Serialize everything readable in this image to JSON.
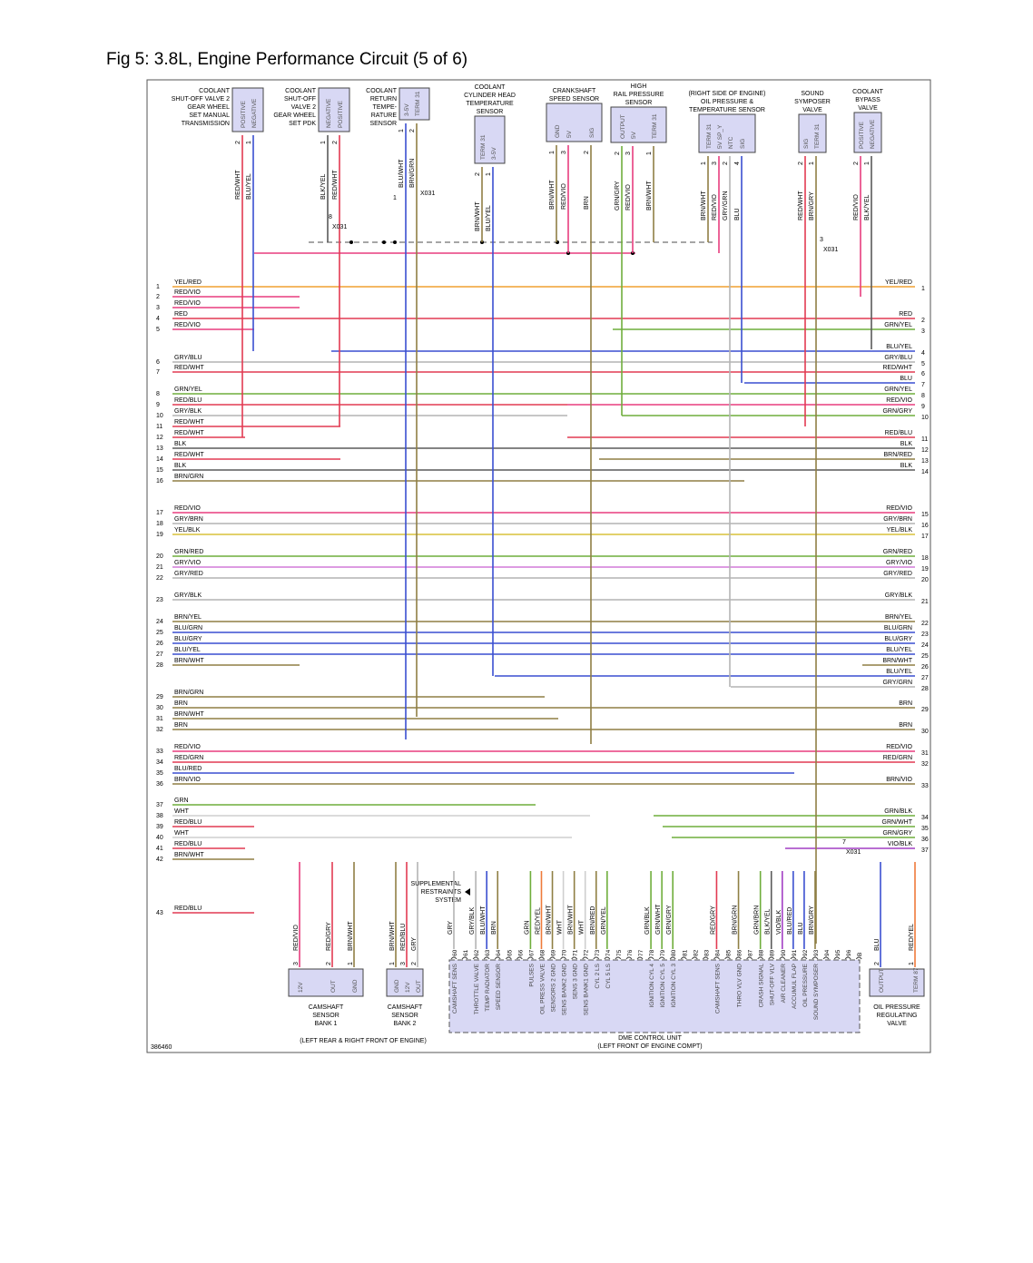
{
  "title": "Fig 5: 3.8L, Engine Performance Circuit (5 of 6)",
  "figure_id": "386460",
  "top_components": [
    {
      "name": [
        "COOLANT",
        "SHUT-OFF VALVE 2",
        "GEAR WHEEL",
        "SET MANUAL",
        "TRANSMISSION"
      ],
      "pins": [
        {
          "num": "2",
          "func": "POSITIVE",
          "wire": "RED/WHT"
        },
        {
          "num": "1",
          "func": "NEGATIVE",
          "wire": "BLU/YEL"
        }
      ]
    },
    {
      "name": [
        "COOLANT",
        "SHUT-OFF",
        "VALVE 2",
        "GEAR WHEEL",
        "SET PDK"
      ],
      "pins": [
        {
          "num": "1",
          "func": "NEGATIVE",
          "wire": "BLK/YEL"
        },
        {
          "num": "2",
          "func": "POSITIVE",
          "wire": "RED/WHT"
        }
      ]
    },
    {
      "name": [
        "COOLANT",
        "RETURN",
        "TEMPE-",
        "RATURE",
        "SENSOR"
      ],
      "pins": [
        {
          "num": "1",
          "func": "3-5V",
          "wire": "BLU/WHT"
        },
        {
          "num": "2",
          "func": "TERM 31",
          "wire": "BRN/GRN"
        }
      ]
    },
    {
      "name": [
        "COOLANT",
        "CYLINDER HEAD",
        "TEMPERATURE",
        "SENSOR"
      ],
      "pins": [
        {
          "num": "2",
          "func": "TERM 31",
          "wire": "BRN/WHT"
        },
        {
          "num": "1",
          "func": "3-5V",
          "wire": "BLU/YEL"
        }
      ]
    },
    {
      "name": [
        "CRANKSHAFT",
        "SPEED SENSOR"
      ],
      "pins": [
        {
          "num": "1",
          "func": "GND",
          "wire": "BRN/WHT"
        },
        {
          "num": "3",
          "func": "5V",
          "wire": "RED/VIO"
        },
        {
          "num": "2",
          "func": "SIG",
          "wire": "BRN"
        }
      ]
    },
    {
      "name": [
        "HIGH",
        "RAIL PRESSURE",
        "SENSOR"
      ],
      "pins": [
        {
          "num": "2",
          "func": "OUTPUT",
          "wire": "GRN/GRY"
        },
        {
          "num": "3",
          "func": "5V",
          "wire": "RED/VIO"
        },
        {
          "num": "1",
          "func": "TERM 31",
          "wire": "BRN/WHT"
        }
      ]
    },
    {
      "name": [
        "(RIGHT SIDE OF ENGINE)",
        "OIL PRESSURE &",
        "TEMPERATURE SENSOR"
      ],
      "pins": [
        {
          "num": "1",
          "func": "TERM 31",
          "wire": "BRN/WHT"
        },
        {
          "num": "3",
          "func": "5V SP_Y",
          "wire": "RED/VIO"
        },
        {
          "num": "2",
          "func": "NTC",
          "wire": "GRY/GRN"
        },
        {
          "num": "4",
          "func": "SIG",
          "wire": "BLU"
        }
      ]
    },
    {
      "name": [
        "SOUND",
        "SYMPOSER",
        "VALVE"
      ],
      "pins": [
        {
          "num": "2",
          "func": "SIG",
          "wire": "RED/WHT"
        },
        {
          "num": "1",
          "func": "TERM 31",
          "wire": "BRN/GRY"
        }
      ]
    },
    {
      "name": [
        "COOLANT",
        "BYPASS",
        "VALVE"
      ],
      "pins": [
        {
          "num": "2",
          "func": "POSITIVE",
          "wire": "RED/VIO"
        },
        {
          "num": "1",
          "func": "NEGATIVE",
          "wire": "BLK/YEL"
        }
      ]
    }
  ],
  "connectors": [
    {
      "label": "X031",
      "pin": "8"
    },
    {
      "label": "X031",
      "pin": "1"
    },
    {
      "label": "X031",
      "pin": "3"
    },
    {
      "label": "X031",
      "pin": "7"
    }
  ],
  "left_wires": [
    {
      "n": "1",
      "w": "YEL/RED"
    },
    {
      "n": "2",
      "w": "RED/VIO"
    },
    {
      "n": "3",
      "w": "RED/VIO"
    },
    {
      "n": "4",
      "w": "RED"
    },
    {
      "n": "5",
      "w": "RED/VIO"
    },
    {
      "n": "6",
      "w": "GRY/BLU"
    },
    {
      "n": "7",
      "w": "RED/WHT"
    },
    {
      "n": "8",
      "w": "GRN/YEL"
    },
    {
      "n": "9",
      "w": "RED/BLU"
    },
    {
      "n": "10",
      "w": "GRY/BLK"
    },
    {
      "n": "11",
      "w": "RED/WHT"
    },
    {
      "n": "12",
      "w": "RED/WHT"
    },
    {
      "n": "13",
      "w": "BLK"
    },
    {
      "n": "14",
      "w": "RED/WHT"
    },
    {
      "n": "15",
      "w": "BLK"
    },
    {
      "n": "16",
      "w": "BRN/GRN"
    },
    {
      "n": "17",
      "w": "RED/VIO"
    },
    {
      "n": "18",
      "w": "GRY/BRN"
    },
    {
      "n": "19",
      "w": "YEL/BLK"
    },
    {
      "n": "20",
      "w": "GRN/RED"
    },
    {
      "n": "21",
      "w": "GRY/VIO"
    },
    {
      "n": "22",
      "w": "GRY/RED"
    },
    {
      "n": "23",
      "w": "GRY/BLK"
    },
    {
      "n": "24",
      "w": "BRN/YEL"
    },
    {
      "n": "25",
      "w": "BLU/GRN"
    },
    {
      "n": "26",
      "w": "BLU/GRY"
    },
    {
      "n": "27",
      "w": "BLU/YEL"
    },
    {
      "n": "28",
      "w": "BRN/WHT"
    },
    {
      "n": "29",
      "w": "BRN/GRN"
    },
    {
      "n": "30",
      "w": "BRN"
    },
    {
      "n": "31",
      "w": "BRN/WHT"
    },
    {
      "n": "32",
      "w": "BRN"
    },
    {
      "n": "33",
      "w": "RED/VIO"
    },
    {
      "n": "34",
      "w": "RED/GRN"
    },
    {
      "n": "35",
      "w": "BLU/RED"
    },
    {
      "n": "36",
      "w": "BRN/VIO"
    },
    {
      "n": "37",
      "w": "GRN"
    },
    {
      "n": "38",
      "w": "WHT"
    },
    {
      "n": "39",
      "w": "RED/BLU"
    },
    {
      "n": "40",
      "w": "WHT"
    },
    {
      "n": "41",
      "w": "RED/BLU"
    },
    {
      "n": "42",
      "w": "BRN/WHT"
    },
    {
      "n": "43",
      "w": "RED/BLU"
    }
  ],
  "right_wires": [
    {
      "n": "1",
      "w": "YEL/RED"
    },
    {
      "n": "2",
      "w": "RED"
    },
    {
      "n": "3",
      "w": "GRN/YEL"
    },
    {
      "n": "4",
      "w": "BLU/YEL"
    },
    {
      "n": "5",
      "w": "GRY/BLU"
    },
    {
      "n": "6",
      "w": "RED/WHT"
    },
    {
      "n": "7",
      "w": "BLU"
    },
    {
      "n": "8",
      "w": "GRN/YEL"
    },
    {
      "n": "9",
      "w": "RED/VIO"
    },
    {
      "n": "10",
      "w": "GRN/GRY"
    },
    {
      "n": "11",
      "w": "RED/BLU"
    },
    {
      "n": "12",
      "w": "BLK"
    },
    {
      "n": "13",
      "w": "BRN/RED"
    },
    {
      "n": "14",
      "w": "BLK"
    },
    {
      "n": "15",
      "w": "RED/VIO"
    },
    {
      "n": "16",
      "w": "GRY/BRN"
    },
    {
      "n": "17",
      "w": "YEL/BLK"
    },
    {
      "n": "18",
      "w": "GRN/RED"
    },
    {
      "n": "19",
      "w": "GRY/VIO"
    },
    {
      "n": "20",
      "w": "GRY/RED"
    },
    {
      "n": "21",
      "w": "GRY/BLK"
    },
    {
      "n": "22",
      "w": "BRN/YEL"
    },
    {
      "n": "23",
      "w": "BLU/GRN"
    },
    {
      "n": "24",
      "w": "BLU/GRY"
    },
    {
      "n": "25",
      "w": "BLU/YEL"
    },
    {
      "n": "26",
      "w": "BRN/WHT"
    },
    {
      "n": "27",
      "w": "BLU/YEL"
    },
    {
      "n": "28",
      "w": "GRY/GRN"
    },
    {
      "n": "29",
      "w": "BRN"
    },
    {
      "n": "30",
      "w": "BRN"
    },
    {
      "n": "31",
      "w": "RED/VIO"
    },
    {
      "n": "32",
      "w": "RED/GRN"
    },
    {
      "n": "33",
      "w": "BRN/VIO"
    },
    {
      "n": "34",
      "w": "GRN/BLK"
    },
    {
      "n": "35",
      "w": "GRN/WHT"
    },
    {
      "n": "36",
      "w": "GRN/GRY"
    },
    {
      "n": "37",
      "w": "VIO/BLK"
    }
  ],
  "camshaft_bank1": {
    "name": [
      "CAMSHAFT",
      "SENSOR",
      "BANK 1"
    ],
    "pins": [
      {
        "num": "3",
        "func": "12V",
        "wire": "RED/VIO"
      },
      {
        "num": "2",
        "func": "OUT",
        "wire": "RED/GRY"
      },
      {
        "num": "1",
        "func": "GND",
        "wire": "BRN/WHT"
      }
    ]
  },
  "camshaft_bank2": {
    "name": [
      "CAMSHAFT",
      "SENSOR",
      "BANK 2"
    ],
    "pins": [
      {
        "num": "1",
        "func": "GND",
        "wire": "BRN/WHT"
      },
      {
        "num": "3",
        "func": "12V",
        "wire": "RED/BLU"
      },
      {
        "num": "2",
        "func": "OUT",
        "wire": "GRY"
      }
    ]
  },
  "camshaft_location": "(LEFT REAR & RIGHT FRONT OF ENGINE)",
  "srs_label": [
    "SUPPLEMENTAL",
    "RESTRAINTS",
    "SYSTEM"
  ],
  "dme": {
    "name": "DME CONTROL UNIT",
    "location": "(LEFT FRONT OF ENGINE COMPT)",
    "pins": [
      {
        "num": "60",
        "wire": "GRY",
        "func": "CAMSHAFT SENS"
      },
      {
        "num": "61",
        "wire": "",
        "func": ""
      },
      {
        "num": "62",
        "wire": "GRY/BLK",
        "func": "THROTTLE VALVE"
      },
      {
        "num": "63",
        "wire": "BLU/WHT",
        "func": "TEMP RADIATOR"
      },
      {
        "num": "64",
        "wire": "BRN",
        "func": "SPEED SENSOR"
      },
      {
        "num": "65",
        "wire": "",
        "func": ""
      },
      {
        "num": "66",
        "wire": "",
        "func": ""
      },
      {
        "num": "67",
        "wire": "GRN",
        "func": "PULSES"
      },
      {
        "num": "68",
        "wire": "RED/YEL",
        "func": "OIL PRESS VALVE"
      },
      {
        "num": "69",
        "wire": "BRN/WHT",
        "func": "SENSORS 2 GND"
      },
      {
        "num": "70",
        "wire": "WHT",
        "func": "SENS BANK2 GND"
      },
      {
        "num": "71",
        "wire": "BRN/WHT",
        "func": "SENS 3 GND"
      },
      {
        "num": "72",
        "wire": "WHT",
        "func": "SENS BANK1 GND"
      },
      {
        "num": "73",
        "wire": "BRN/RED",
        "func": "CYL 2 LS"
      },
      {
        "num": "74",
        "wire": "GRN/YEL",
        "func": "CYL 5 LS"
      },
      {
        "num": "75",
        "wire": "",
        "func": ""
      },
      {
        "num": "76",
        "wire": "",
        "func": ""
      },
      {
        "num": "77",
        "wire": "",
        "func": ""
      },
      {
        "num": "78",
        "wire": "GRN/BLK",
        "func": "IGNITION CYL 4"
      },
      {
        "num": "79",
        "wire": "GRN/WHT",
        "func": "IGNITION CYL 5"
      },
      {
        "num": "80",
        "wire": "GRN/GRY",
        "func": "IGNITION CYL 3"
      },
      {
        "num": "81",
        "wire": "",
        "func": ""
      },
      {
        "num": "82",
        "wire": "",
        "func": ""
      },
      {
        "num": "83",
        "wire": "",
        "func": ""
      },
      {
        "num": "84",
        "wire": "RED/GRY",
        "func": "CAMSHAFT SENS"
      },
      {
        "num": "85",
        "wire": "",
        "func": ""
      },
      {
        "num": "86",
        "wire": "BRN/GRN",
        "func": "THRO VLV GND"
      },
      {
        "num": "87",
        "wire": "",
        "func": ""
      },
      {
        "num": "88",
        "wire": "GRN/BRN",
        "func": "CRASH SIGNAL"
      },
      {
        "num": "89",
        "wire": "BLK/YEL",
        "func": "SHUT-OFF VLV"
      },
      {
        "num": "90",
        "wire": "VIO/BLK",
        "func": "AIR CLEANER"
      },
      {
        "num": "91",
        "wire": "BLU/RED",
        "func": "ACCUMUL FLAP"
      },
      {
        "num": "92",
        "wire": "BLU",
        "func": "OIL PRESSURE"
      },
      {
        "num": "93",
        "wire": "BRN/GRY",
        "func": "SOUND SYMPOSER"
      },
      {
        "num": "94",
        "wire": "",
        "func": ""
      },
      {
        "num": "95",
        "wire": "",
        "func": ""
      },
      {
        "num": "96",
        "wire": "",
        "func": ""
      },
      {
        "num": "B",
        "wire": "",
        "func": ""
      }
    ]
  },
  "oil_valve": {
    "name": [
      "OIL PRESSURE",
      "REGULATING",
      "VALVE"
    ],
    "pins": [
      {
        "num": "2",
        "func": "OUTPUT",
        "wire": "BLU"
      },
      {
        "num": "1",
        "func": "TERM 87",
        "wire": "RED/YEL"
      }
    ]
  },
  "colors": {
    "RED": "#e23a52",
    "YEL": "#d8c23a",
    "GRY": "#b4b4b4",
    "GRN": "#6fae3c",
    "BLU": "#3a4fd0",
    "BRN": "#8f7f44",
    "BLK": "#5a5a5a",
    "WHT": "#cfcfcf",
    "VIO": "#a23fc4",
    "box_fill": "#d8d8f4",
    "frame": "#555555"
  }
}
